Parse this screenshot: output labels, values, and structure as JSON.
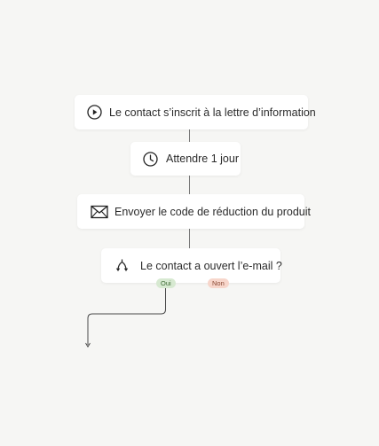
{
  "workflow": {
    "steps": [
      {
        "label": "Le contact s’inscrit à la lettre d’information",
        "icon": "play-circle-icon"
      },
      {
        "label": "Attendre 1 jour",
        "icon": "clock-icon"
      },
      {
        "label": "Envoyer le code de réduction du produit",
        "icon": "envelope-icon"
      },
      {
        "label": "Le contact a ouvert l’e-mail ?",
        "icon": "split-arrows-icon"
      }
    ],
    "branches": {
      "yes_label": "Oui",
      "no_label": "Non"
    },
    "colors": {
      "background": "#f6f6f4",
      "node": "#ffffff",
      "connector": "#5a5a5a",
      "yes_badge": "#d7e9d1",
      "no_badge": "#f7d6cb"
    }
  }
}
